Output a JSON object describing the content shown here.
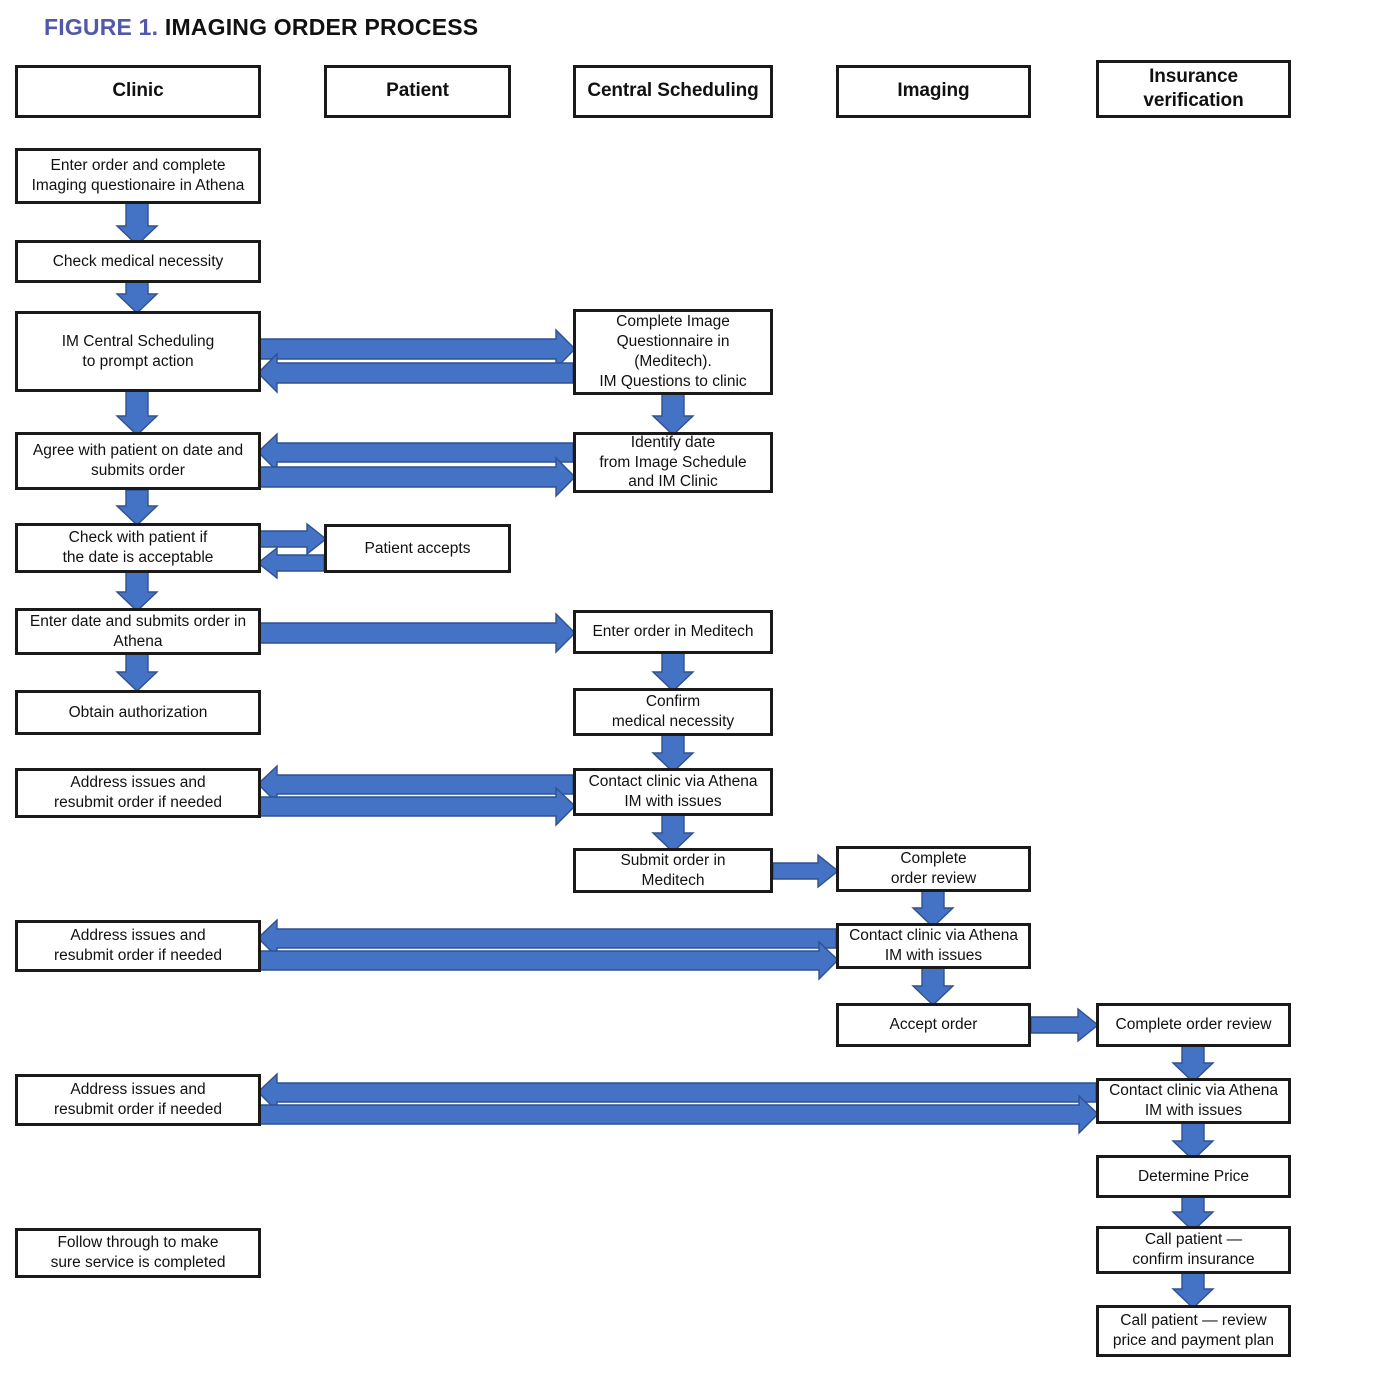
{
  "title": {
    "figure_label": "FIGURE 1.",
    "figure_name": "IMAGING ORDER PROCESS",
    "label_color": "#5159a8",
    "name_color": "#111111"
  },
  "theme": {
    "arrow_fill": "#4472C4",
    "arrow_stroke": "#2F528F",
    "box_border": "#1a1a1a",
    "box_fill": "#ffffff",
    "text_color": "#111111"
  },
  "columns": [
    {
      "id": "clinic",
      "header": "Clinic"
    },
    {
      "id": "patient",
      "header": "Patient"
    },
    {
      "id": "central",
      "header": "Central Scheduling"
    },
    {
      "id": "imaging",
      "header": "Imaging"
    },
    {
      "id": "insurance",
      "header": "Insurance\nverification"
    }
  ],
  "nodes": {
    "clinic_enter_order": "Enter order and complete\nImaging questionaire in Athena",
    "clinic_check_necessity": "Check medical necessity",
    "clinic_im_central": "IM Central Scheduling\nto prompt action",
    "clinic_agree_patient": "Agree with patient on date and\nsubmits order",
    "clinic_check_date": "Check with patient if\nthe date is acceptable",
    "clinic_enter_date": "Enter date and submits order in\nAthena",
    "clinic_obtain_auth": "Obtain authorization",
    "clinic_address_issues_1": "Address issues and\nresubmit order if needed",
    "clinic_address_issues_2": "Address issues and\nresubmit order if needed",
    "clinic_address_issues_3": "Address issues and\nresubmit order if needed",
    "clinic_follow_through": "Follow through to make\nsure service is completed",
    "patient_accepts": "Patient accepts",
    "central_complete_image_q": "Complete Image\nQuestionnaire in\n(Meditech).\nIM Questions to clinic",
    "central_identify_date": "Identify date\nfrom Image Schedule\nand IM Clinic",
    "central_enter_order": "Enter order in Meditech",
    "central_confirm_necessity": "Confirm\nmedical necessity",
    "central_contact_clinic": "Contact clinic via Athena\nIM with issues",
    "central_submit_order": "Submit order  in\nMeditech",
    "imaging_complete_review": "Complete\norder review",
    "imaging_contact_clinic": "Contact clinic via Athena\nIM with issues",
    "imaging_accept_order": "Accept order",
    "insurance_complete_review": "Complete order review",
    "insurance_contact_clinic": "Contact clinic via Athena\nIM with issues",
    "insurance_determine_price": "Determine Price",
    "insurance_call_confirm": "Call patient —\nconfirm insurance",
    "insurance_call_review": "Call patient — review\nprice and payment plan"
  }
}
